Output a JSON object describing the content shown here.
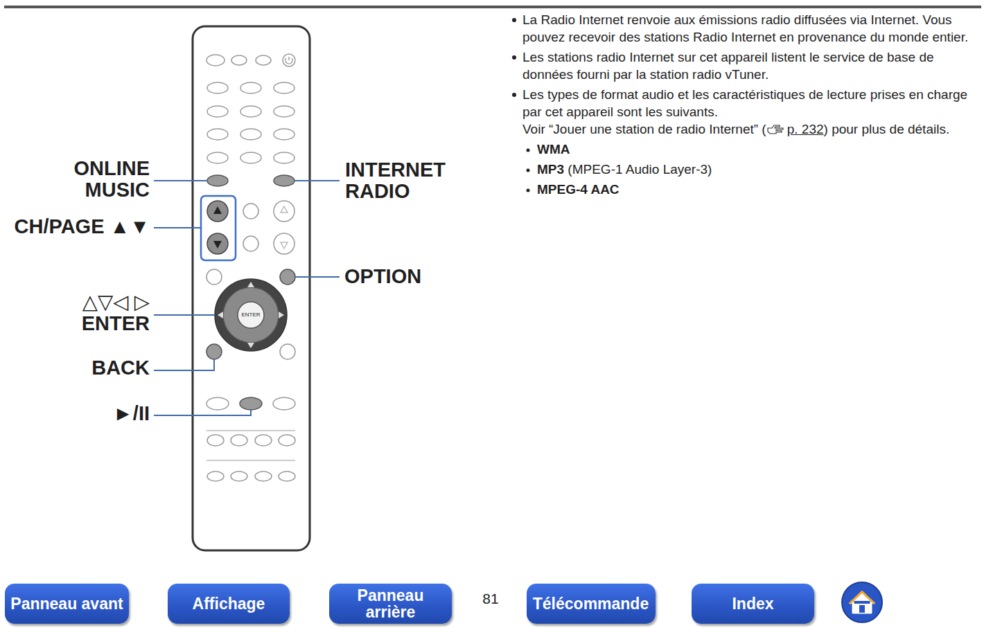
{
  "diagram": {
    "nodes": [
      {
        "text": [
          "Panneau avant"
        ]
      },
      {
        "text": [
          "Affichage"
        ]
      },
      {
        "text": [
          "Panneau arrière"
        ]
      },
      {
        "text": [
          "Télécommande"
        ]
      },
      {
        "text": [
          "Index"
        ]
      }
    ],
    "labels": [
      "ONLINE MUSIC",
      "CH/PAGE ▲▼",
      "△▽◁ ▷ ENTER",
      "BACK",
      "►/II",
      "INTERNET RADIO",
      "OPTION",
      "ENTER",
      "La Radio Internet renvoie aux émissions radio diffusées via Internet. Vous pouvez recevoir des stations Radio Internet en provenance du monde entier.",
      "Les stations radio Internet sur cet appareil listent le service de base de données fourni par la station radio vTuner.",
      "Les types de format audio et les caractéristiques de lecture prises en charge par cet appareil sont les suivants.",
      "Voir “Jouer une station de radio Internet” (",
      "p. 232",
      ") pour plus de détails.",
      "WMA",
      "MP3",
      "(MPEG-1 Audio Layer-3)",
      "MPEG-4 AAC",
      "81"
    ]
  }
}
